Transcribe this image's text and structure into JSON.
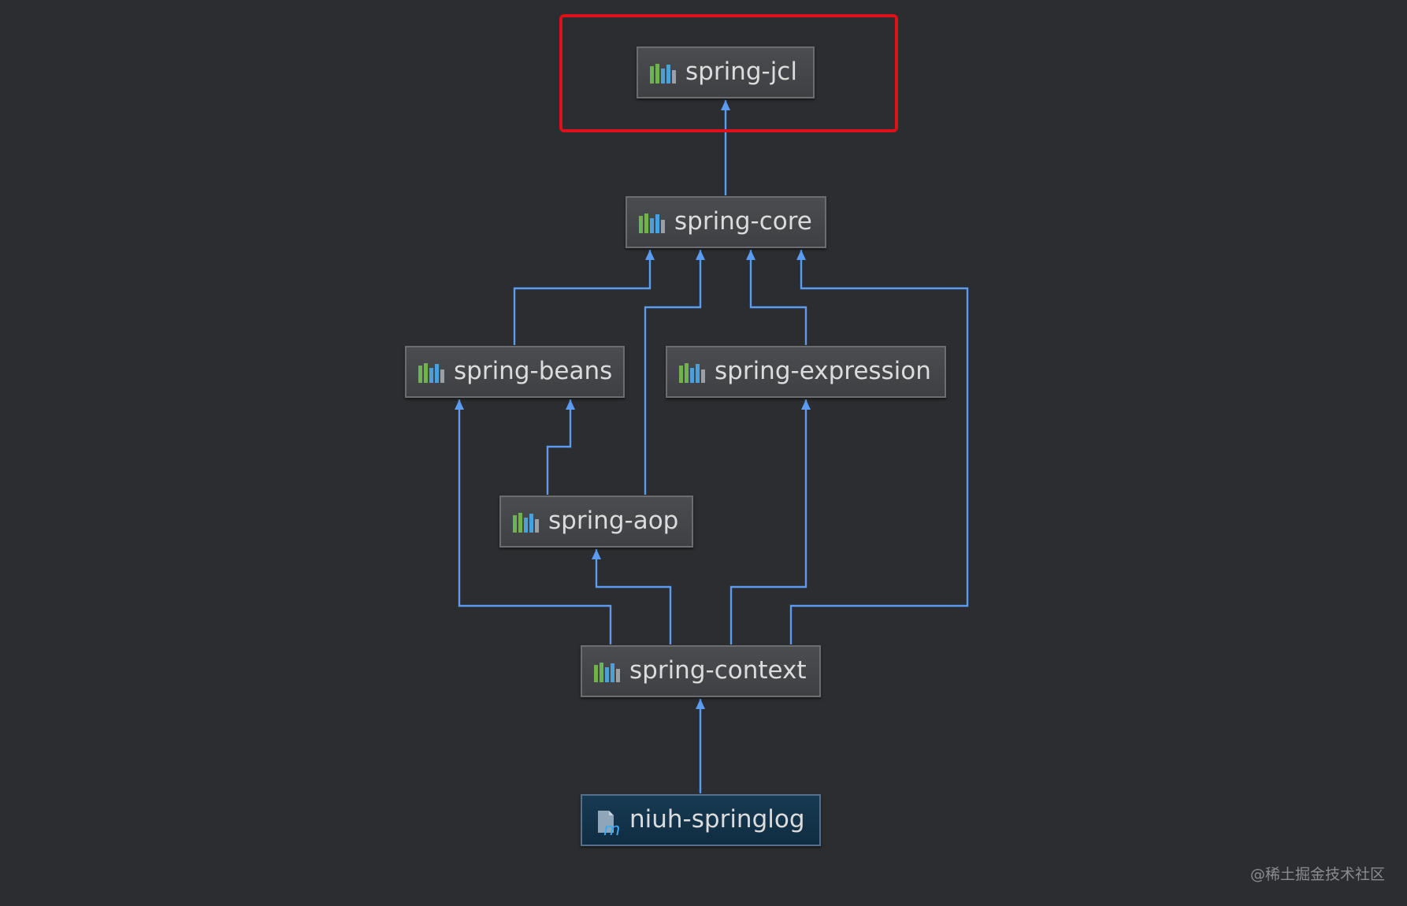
{
  "diagram": {
    "nodes": [
      {
        "id": "spring-jcl",
        "label": "spring-jcl",
        "kind": "library"
      },
      {
        "id": "spring-core",
        "label": "spring-core",
        "kind": "library"
      },
      {
        "id": "spring-beans",
        "label": "spring-beans",
        "kind": "library"
      },
      {
        "id": "spring-expression",
        "label": "spring-expression",
        "kind": "library"
      },
      {
        "id": "spring-aop",
        "label": "spring-aop",
        "kind": "library"
      },
      {
        "id": "spring-context",
        "label": "spring-context",
        "kind": "library"
      },
      {
        "id": "niuh-springlog",
        "label": "niuh-springlog",
        "kind": "module"
      }
    ],
    "edges": [
      {
        "from": "spring-core",
        "to": "spring-jcl"
      },
      {
        "from": "spring-beans",
        "to": "spring-core"
      },
      {
        "from": "spring-aop",
        "to": "spring-core"
      },
      {
        "from": "spring-expression",
        "to": "spring-core"
      },
      {
        "from": "spring-context",
        "to": "spring-core"
      },
      {
        "from": "spring-aop",
        "to": "spring-beans"
      },
      {
        "from": "spring-context",
        "to": "spring-beans"
      },
      {
        "from": "spring-context",
        "to": "spring-aop"
      },
      {
        "from": "spring-context",
        "to": "spring-expression"
      },
      {
        "from": "niuh-springlog",
        "to": "spring-context"
      }
    ],
    "highlighted_node": "spring-jcl"
  },
  "colors": {
    "background": "#2b2d30",
    "edge": "#5b9bf0",
    "highlight": "#e0101a",
    "library_icon_bars": [
      "#6fb34f",
      "#4aa0d8",
      "#9aa0a6"
    ]
  },
  "icons": {
    "library": "library-bars-icon",
    "module": "maven-module-icon"
  },
  "watermark": "@稀土掘金技术社区"
}
